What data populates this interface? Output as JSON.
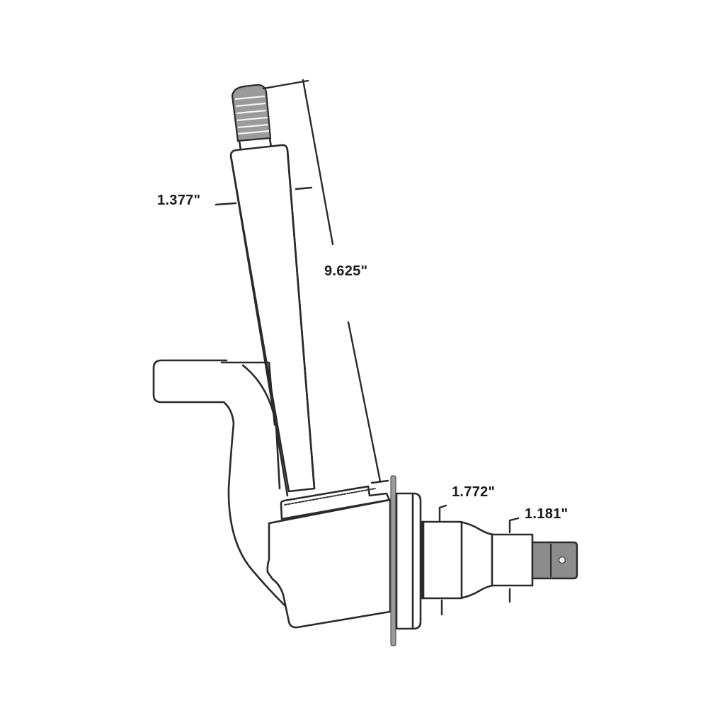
{
  "diagram": {
    "subject": "steering spindle",
    "dimensions": {
      "kingpin_diameter": "1.377\"",
      "kingpin_length": "9.625\"",
      "inner_bearing_diameter": "1.772\"",
      "outer_bearing_diameter": "1.181\""
    },
    "colors": {
      "background": "#ffffff",
      "line": "#2a2a2a",
      "shaded": "#9a9a9a"
    }
  }
}
